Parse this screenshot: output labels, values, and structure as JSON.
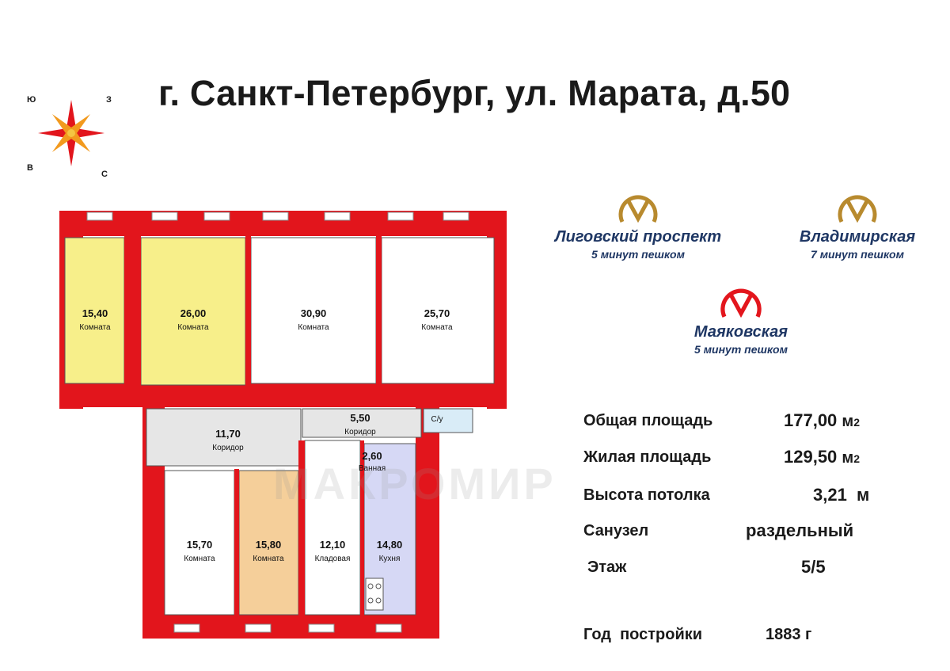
{
  "title": "г. Санкт-Петербург, ул. Марата, д.50",
  "compass": {
    "north": "С",
    "south": "Ю",
    "east": "В",
    "west": "З"
  },
  "watermark": "МАКРОМИР",
  "rooms": [
    {
      "area": "15,40",
      "label": "Комната"
    },
    {
      "area": "26,00",
      "label": "Комната"
    },
    {
      "area": "30,90",
      "label": "Комната"
    },
    {
      "area": "25,70",
      "label": "Комната"
    },
    {
      "area": "11,70",
      "label": "Коридор"
    },
    {
      "area": "5,50",
      "label": "Коридор"
    },
    {
      "area": "2,60",
      "label": "Ванная"
    },
    {
      "area": "15,70",
      "label": "Комната"
    },
    {
      "area": "15,80",
      "label": "Комната"
    },
    {
      "area": "12,10",
      "label": "Кладовая"
    },
    {
      "area": "14,80",
      "label": "Кухня"
    },
    {
      "area": "",
      "label": "С/у"
    }
  ],
  "metro": [
    {
      "name": "Лиговский проспект",
      "walk": "5 минут пешком",
      "color": "#b88a2e"
    },
    {
      "name": "Владимирская",
      "walk": "7 минут пешком",
      "color": "#b88a2e"
    },
    {
      "name": "Маяковская",
      "walk": "5 минут пешком",
      "color": "#e3161d"
    }
  ],
  "info": {
    "total_label": "Общая площадь",
    "total_value": "177,00",
    "total_unit": "м",
    "living_label": "Жилая площадь",
    "living_value": "129,50",
    "living_unit": "м",
    "unit_power": "2",
    "ceiling_label": "Высота потолка",
    "ceiling_value": "3,21  м",
    "bathroom_label": "Санузел",
    "bathroom_value": "раздельный",
    "floor_label": "Этаж",
    "floor_value": "5/5",
    "year_label": "Год  постройки",
    "year_value": "1883 г"
  },
  "colors": {
    "wall": "#e2151c",
    "yellow_room": "#f7ef8a",
    "peach_room": "#f5cf9a",
    "kitchen": "#d6d8f5",
    "corridor": "#e6e6e6",
    "bath": "#d9ecf7",
    "text_blue": "#1f3764"
  }
}
